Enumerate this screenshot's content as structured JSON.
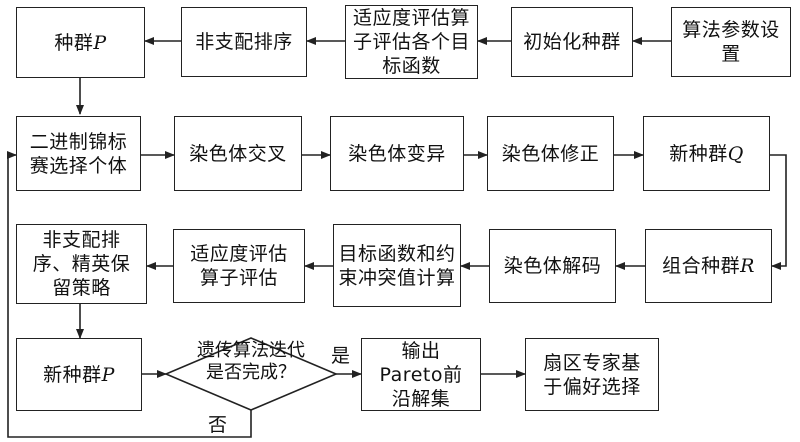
{
  "row1": {
    "params": "算法参数设置",
    "init": "初始化种群",
    "fitness_eval": "适应度评估算子评估各个目标函数",
    "nds": "非支配排序",
    "popP": {
      "text": "种群",
      "var": "P"
    }
  },
  "row2": {
    "tournament": "二进制锦标赛选择个体",
    "crossover": "染色体交叉",
    "mutation": "染色体变异",
    "repair": "染色体修正",
    "popQ": {
      "text": "新种群",
      "var": "Q"
    }
  },
  "row3": {
    "combined": {
      "text": "组合种群",
      "var": "R"
    },
    "decode": "染色体解码",
    "objectives": "目标函数和约束冲突值计算",
    "fitness_eval2": "适应度评估算子评估",
    "nds_elite": "非支配排序、精英保留策略"
  },
  "row4": {
    "newP": {
      "text": "新种群",
      "var": "P"
    },
    "decision": "遗传算法迭代是否完成？",
    "yes": "是",
    "no": "否",
    "output": "输出Pareto前沿解集",
    "expert": "扇区专家基于偏好选择"
  }
}
